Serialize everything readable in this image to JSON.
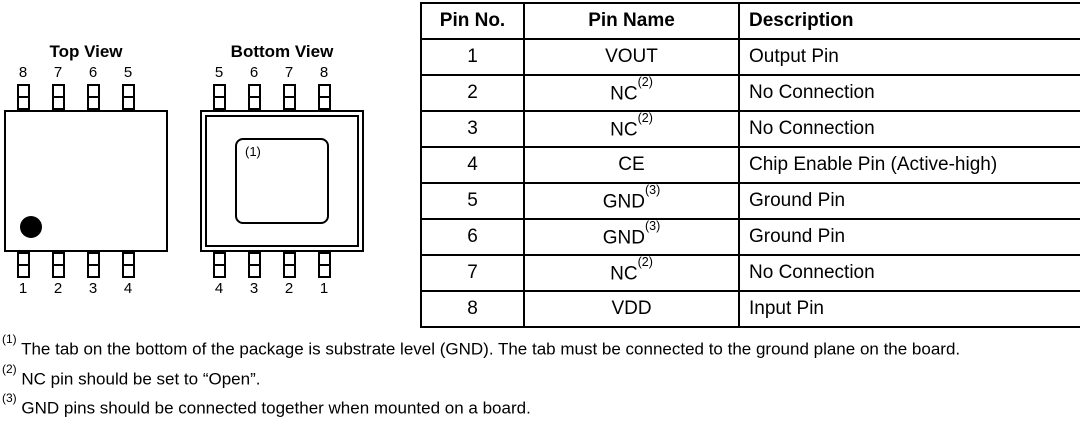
{
  "packages": {
    "top_view": {
      "title": "Top View",
      "top_pins": [
        "8",
        "7",
        "6",
        "5"
      ],
      "bottom_pins": [
        "1",
        "2",
        "3",
        "4"
      ]
    },
    "bottom_view": {
      "title": "Bottom View",
      "top_pins": [
        "5",
        "6",
        "7",
        "8"
      ],
      "bottom_pins": [
        "4",
        "3",
        "2",
        "1"
      ],
      "tab_label": "(1)"
    }
  },
  "table": {
    "headers": [
      "Pin No.",
      "Pin Name",
      "Description"
    ],
    "rows": [
      {
        "no": "1",
        "name": "VOUT",
        "sup": "",
        "desc": "Output Pin"
      },
      {
        "no": "2",
        "name": "NC",
        "sup": "(2)",
        "desc": "No Connection"
      },
      {
        "no": "3",
        "name": "NC",
        "sup": "(2)",
        "desc": "No Connection"
      },
      {
        "no": "4",
        "name": "CE",
        "sup": "",
        "desc": "Chip Enable Pin (Active-high)"
      },
      {
        "no": "5",
        "name": "GND",
        "sup": "(3)",
        "desc": "Ground Pin"
      },
      {
        "no": "6",
        "name": "GND",
        "sup": "(3)",
        "desc": "Ground Pin"
      },
      {
        "no": "7",
        "name": "NC",
        "sup": "(2)",
        "desc": "No Connection"
      },
      {
        "no": "8",
        "name": "VDD",
        "sup": "",
        "desc": "Input Pin"
      }
    ]
  },
  "footnotes": [
    {
      "sup": "(1)",
      "text": "The tab on the bottom of the package is substrate level (GND). The tab must be connected to the ground plane on the board."
    },
    {
      "sup": "(2)",
      "text": "NC pin should be set to “Open”."
    },
    {
      "sup": "(3)",
      "text": "GND pins should be connected together when mounted on a board."
    }
  ]
}
